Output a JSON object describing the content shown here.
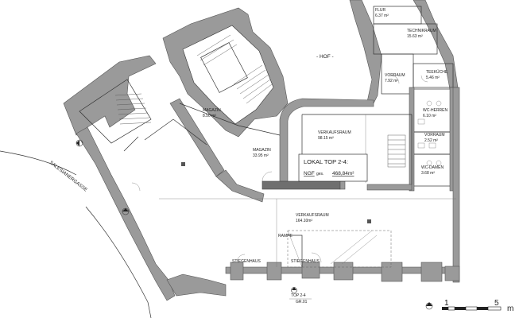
{
  "labels": {
    "hof": "- HOF -",
    "flur": "FLUR",
    "flur_area": "6.37 m²",
    "technikraum": "TECHNIKRAUM",
    "technikraum_area": "15.63 m²",
    "vorraum_top": "VORRAUM",
    "vorraum_top_area": "7.92 m²",
    "teekueche": "TEEKÜCHE",
    "teekueche_area": "5.46 m²",
    "wc_herren": "WC-HERREN",
    "wc_herren_area": "6.10 m²",
    "vorraum": "VORRAUM",
    "vorraum_area": "2.52 m²",
    "wc_damen": "WC-DAMEN",
    "wc_damen_area": "3.68 m²",
    "magazin_1": "MAGAZIN",
    "magazin_1_area": "8.50 m²",
    "magazin_2": "MAGAZIN",
    "magazin_2_area": "33.95 m²",
    "verkaufsraum_1": "VERKAUFSRAUM",
    "verkaufsraum_1_area": "98.15 m²",
    "verkaufsraum_2": "VERKAUFSRAUM",
    "verkaufsraum_2_area": "164.10m²",
    "lokal_title": "LOKAL TOP 2-4:",
    "ngf_label": "NGF",
    "ngf_prefix": "ges.",
    "ngf_value": "468,84m²",
    "street": "SALESIANERGASSE",
    "rampe": "RAMPE",
    "stiegenhaus_1": "STIEGENHAUS",
    "stiegenhaus_2": "STIEGENHAUS",
    "top_marker_1": "TOP 2-4",
    "top_marker_2": "GR.01"
  },
  "scale": {
    "mark_1": "1",
    "mark_5": "5",
    "unit": "m"
  },
  "colors": {
    "wall": "#9a9a9a",
    "wall_dark": "#6f6f6f",
    "line": "#333333"
  }
}
